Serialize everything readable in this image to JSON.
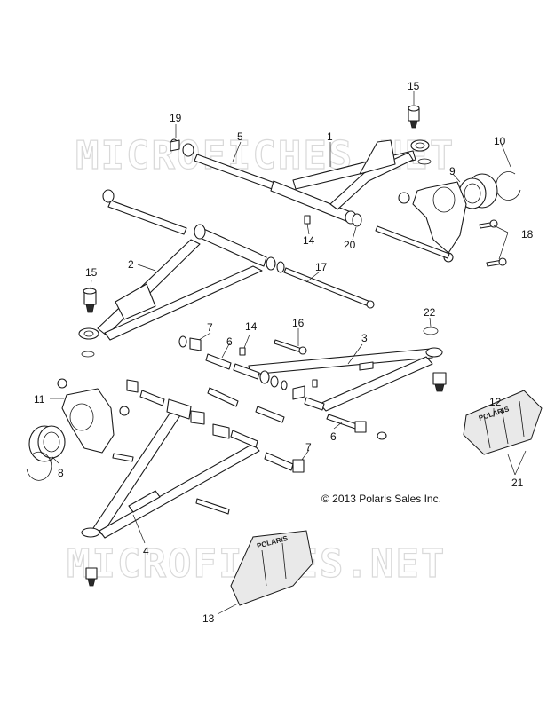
{
  "watermark": "MICROFICHES.NET",
  "copyright": "© 2013 Polaris Sales Inc.",
  "guard_logo": "POLARIS",
  "callouts": {
    "c1": "1",
    "c2": "2",
    "c3": "3",
    "c4": "4",
    "c5": "5",
    "c6a": "6",
    "c6b": "6",
    "c7a": "7",
    "c7b": "7",
    "c8": "8",
    "c9": "9",
    "c10": "10",
    "c11": "11",
    "c12": "12",
    "c13": "13",
    "c14a": "14",
    "c14b": "14",
    "c15a": "15",
    "c15b": "15",
    "c16": "16",
    "c17": "17",
    "c18": "18",
    "c19": "19",
    "c20": "20",
    "c21": "21",
    "c22": "22"
  }
}
